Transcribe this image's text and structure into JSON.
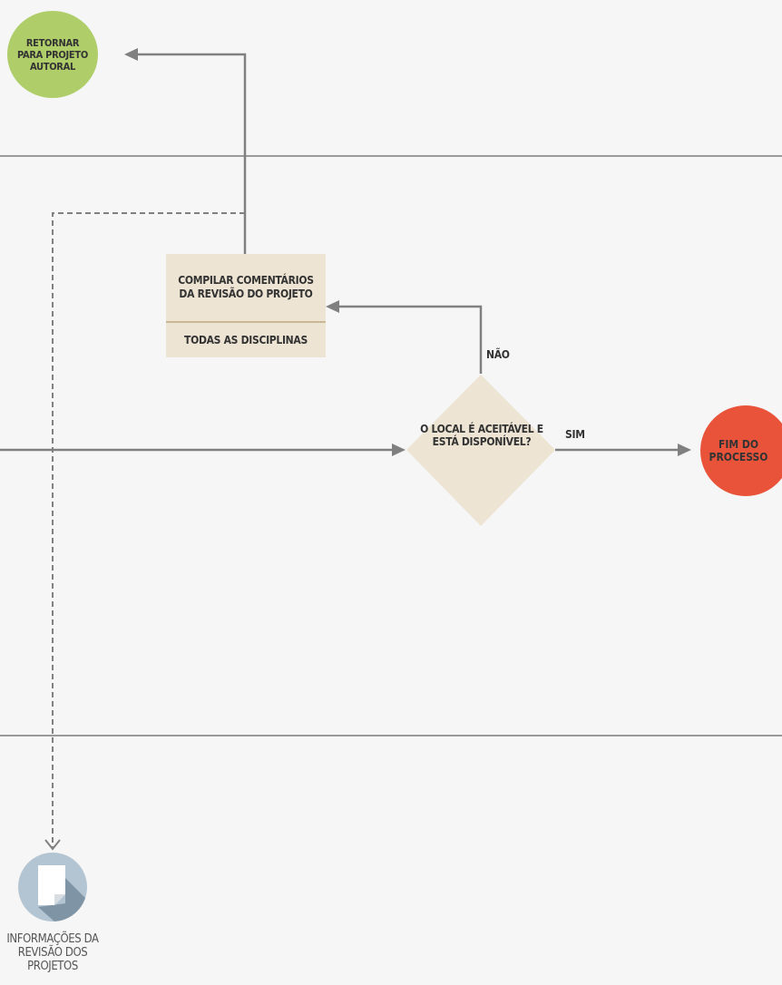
{
  "nodes": {
    "return_label": "RETORNAR\nPARA PROJETO\nAUTORAL",
    "end_label": "FIM DO PROCESSO",
    "task_title": "COMPILAR COMENTÁRIOS DA REVISÃO DO PROJETO",
    "task_role": "TODAS AS DISCIPLINAS",
    "decision_label": "O LOCAL É ACEITÁVEL E ESTÁ DISPONÍVEL?",
    "doc_caption": "INFORMAÇÕES DA REVISÃO DOS PROJETOS"
  },
  "edges": {
    "no_label": "NÃO",
    "yes_label": "SIM"
  },
  "icons": {
    "document": "document-icon"
  },
  "colors": {
    "start_green": "#afcd68",
    "end_red": "#e8533a",
    "task_fill": "#ede4d3",
    "decision_fill": "#ede4d3",
    "line_gray": "#808080",
    "doc_circle": "#b3c5d3"
  }
}
